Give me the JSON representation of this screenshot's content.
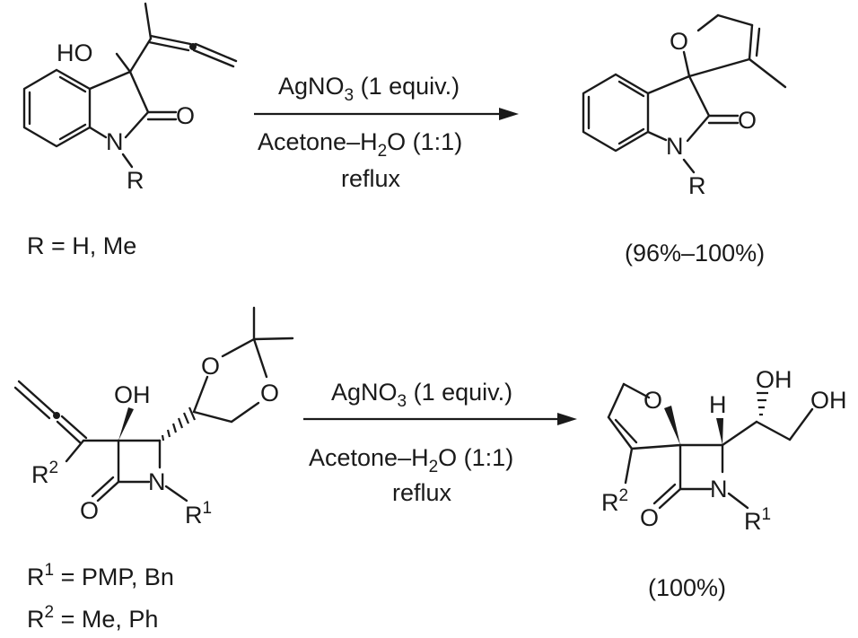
{
  "reaction1": {
    "reactant": {
      "oh": "HO",
      "carbonyl_o": "O",
      "nitrogen": "N",
      "r_group": "R"
    },
    "reagent": {
      "main": "AgNO",
      "sub": "3",
      "rest": " (1 equiv.)"
    },
    "solvent": {
      "main": "Acetone–H",
      "sub": "2",
      "rest": "O (1:1)"
    },
    "condition": "reflux",
    "product": {
      "ring_o": "O",
      "carbonyl_o": "O",
      "nitrogen": "N",
      "r_group": "R"
    },
    "substituents": "R = H, Me",
    "yield": "(96%–100%)"
  },
  "reaction2": {
    "reactant": {
      "oh": "OH",
      "dioxolane_o1": "O",
      "dioxolane_o2": "O",
      "r2": "R",
      "r2_sup": "2",
      "carbonyl_o": "O",
      "nitrogen": "N",
      "r1": "R",
      "r1_sup": "1"
    },
    "reagent": {
      "main": "AgNO",
      "sub": "3",
      "rest": " (1 equiv.)"
    },
    "solvent": {
      "main": "Acetone–H",
      "sub": "2",
      "rest": "O (1:1)"
    },
    "condition": "reflux",
    "product": {
      "ring_o": "O",
      "h": "H",
      "oh1": "OH",
      "oh2": "OH",
      "r2": "R",
      "r2_sup": "2",
      "carbonyl_o": "O",
      "nitrogen": "N",
      "r1": "R",
      "r1_sup": "1"
    },
    "substituents_r1": {
      "r": "R",
      "sup": "1",
      "rest": " = PMP, Bn"
    },
    "substituents_r2": {
      "r": "R",
      "sup": "2",
      "rest": " = Me, Ph"
    },
    "yield": "(100%)"
  }
}
